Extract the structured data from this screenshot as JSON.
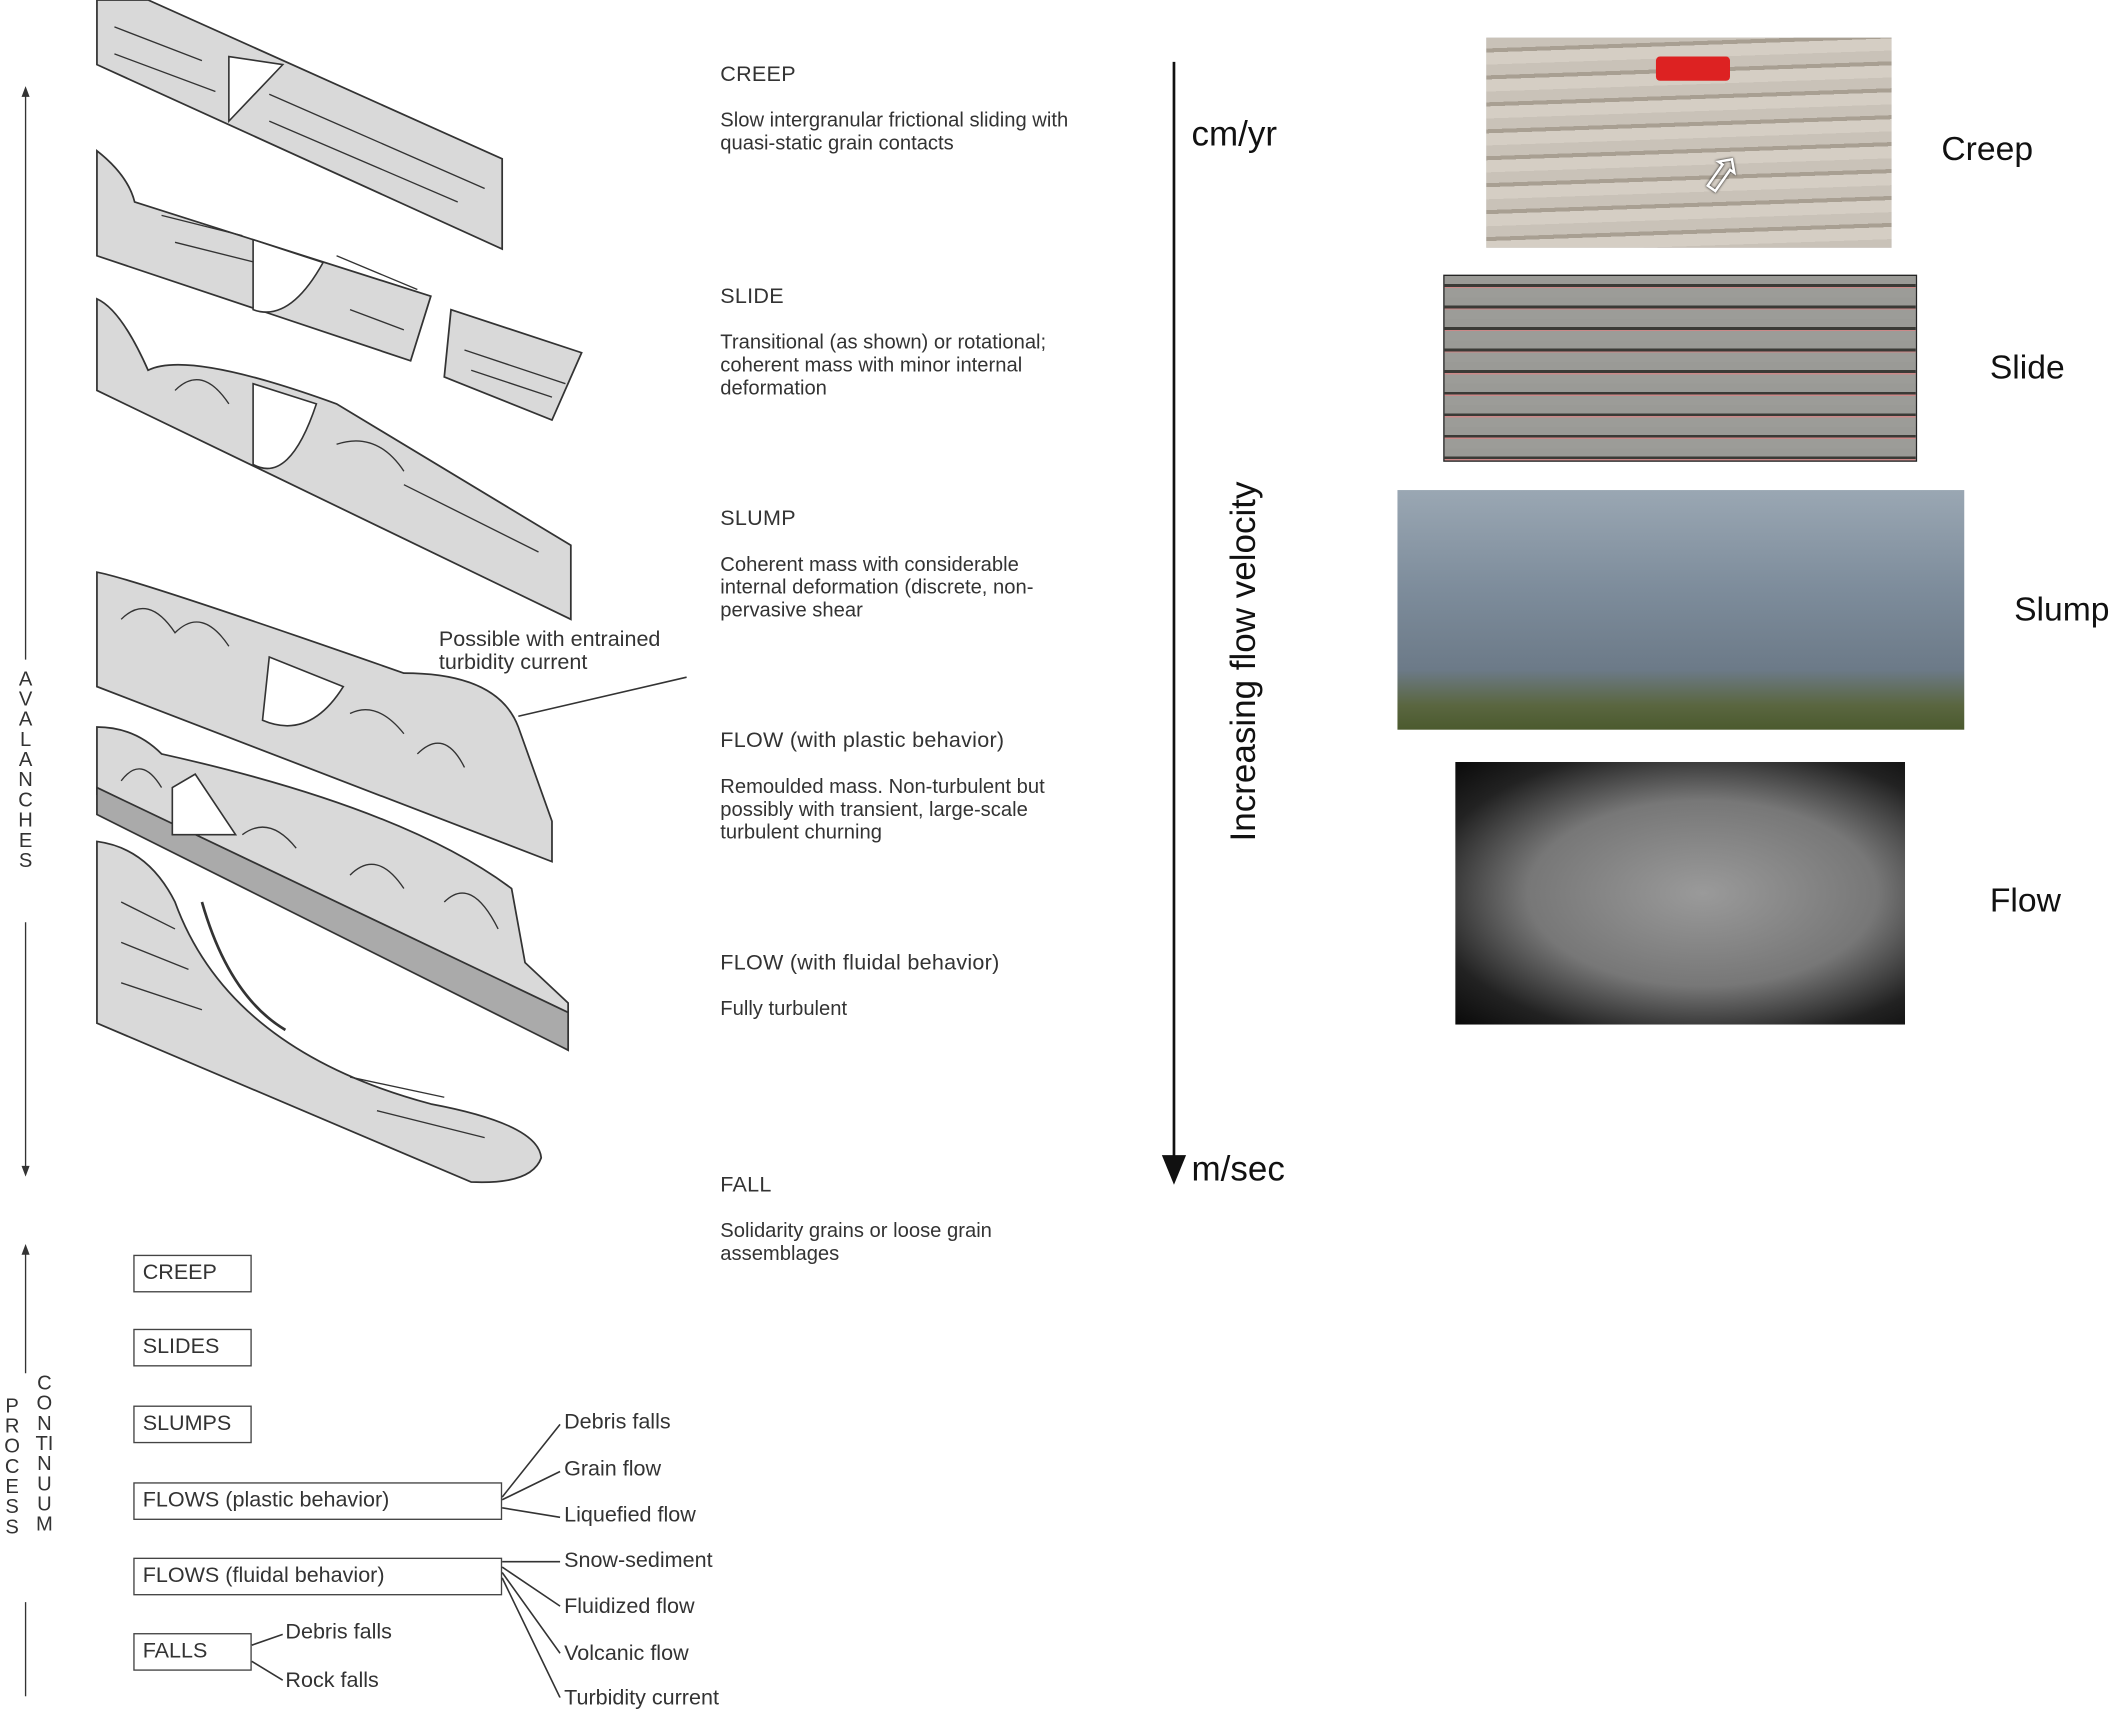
{
  "processes": [
    {
      "title": "CREEP",
      "desc": "Slow intergranular frictional sliding  with quasi-static grain contacts"
    },
    {
      "title": "SLIDE",
      "desc": "Transitional (as shown) or rotational; coherent mass with minor internal deformation"
    },
    {
      "title": "SLUMP",
      "desc": "Coherent mass with considerable internal deformation (discrete, non-pervasive shear"
    },
    {
      "title": "FLOW (with plastic behavior)",
      "desc": "Remoulded mass. Non-turbulent but possibly with transient, large-scale turbulent churning"
    },
    {
      "title": "FLOW (with fluidal behavior)",
      "desc": "Fully turbulent"
    },
    {
      "title": "FALL",
      "desc": "Solidarity grains or loose grain assemblages"
    }
  ],
  "annotation": "Possible with entrained turbidity current",
  "side_labels": {
    "avalanches": "AVALANCHES",
    "process": "PROCESS",
    "continuum": "CONTINUUM"
  },
  "continuum": {
    "boxes": [
      "CREEP",
      "SLIDES",
      "SLUMPS",
      "FLOWS (plastic behavior)",
      "FLOWS  (fluidal behavior)",
      "FALLS"
    ],
    "plastic_branches": [
      "Debris falls",
      "Grain flow",
      "Liquefied flow"
    ],
    "fluidal_branches": [
      "Snow-sediment",
      "Fluidized flow",
      "Volcanic flow",
      "Turbidity current"
    ],
    "falls_branches": [
      "Debris falls",
      "Rock falls"
    ]
  },
  "velocity_axis": {
    "top": "cm/yr",
    "bottom": "m/sec",
    "label": "Increasing flow velocity"
  },
  "photos": [
    "Creep",
    "Slide",
    "Slump",
    "Flow"
  ],
  "colors": {
    "fill": "#d9d9d9",
    "line": "#333333"
  }
}
